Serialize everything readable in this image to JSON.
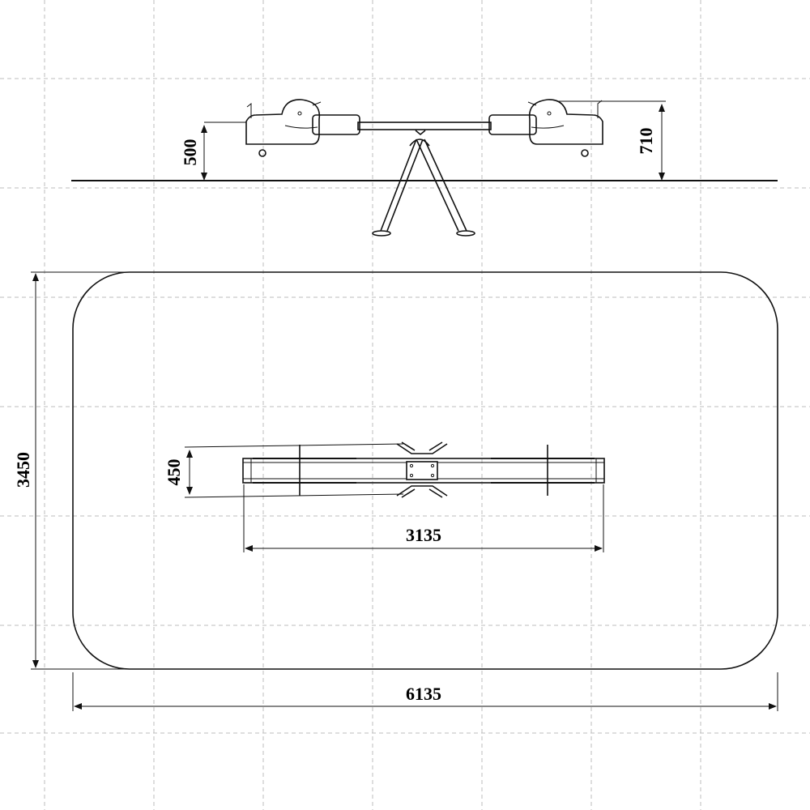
{
  "drawing": {
    "dimensions": {
      "seat_height": "500",
      "handle_height": "710",
      "overall_width": "6135",
      "overall_depth": "3450",
      "equipment_length": "3135",
      "equipment_width": "450"
    },
    "colors": {
      "line": "#111111",
      "grid": "#bdbdbd",
      "background": "#ffffff"
    }
  }
}
